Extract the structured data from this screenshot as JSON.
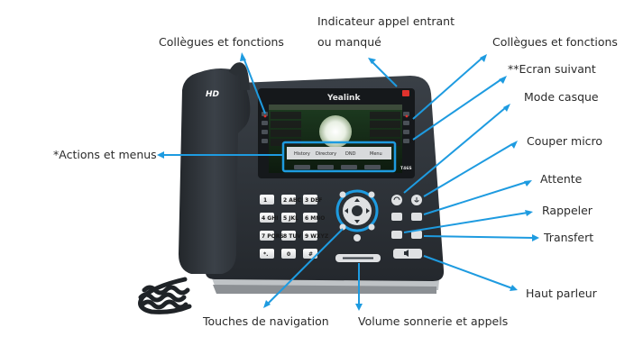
{
  "phone": {
    "brand": "Yealink",
    "hd_badge": "HD",
    "model": "T46S",
    "softkeys": [
      "History",
      "Directory",
      "DND",
      "Menu"
    ],
    "keypad": [
      "1",
      "2 ABC",
      "3 DEF",
      "4 GHI",
      "5 JKL",
      "6 MNO",
      "7 PQRS",
      "8 TUV",
      "9 WXYZ",
      "*.",
      "0",
      "#"
    ]
  },
  "labels": {
    "indicateur_1": "Indicateur appel entrant",
    "indicateur_2": "ou manqué",
    "collegues_left": "Collègues et fonctions",
    "collegues_right": "Collègues et fonctions",
    "ecran_suivant": "**Ecran suivant",
    "mode_casque": "Mode casque",
    "actions_menus": "*Actions et menus",
    "couper_micro": "Couper micro",
    "attente": "Attente",
    "rappeler": "Rappeler",
    "transfert": "Transfert",
    "haut_parleur": "Haut parleur",
    "touches_navigation": "Touches de navigation",
    "volume": "Volume sonnerie et appels"
  },
  "colors": {
    "accent": "#1e9be0",
    "phone_body": "#2d3238",
    "led": "#e0322d"
  }
}
